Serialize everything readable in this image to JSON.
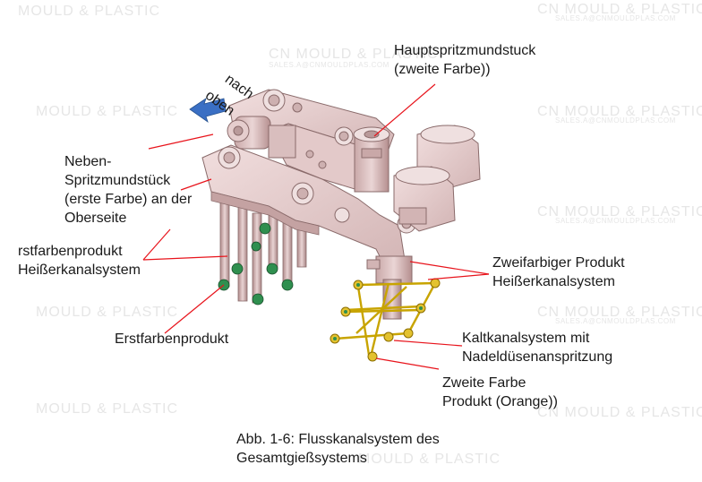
{
  "watermark": {
    "brand_left": "MOULD & PLASTIC",
    "brand_right": "CN MOULD & PLASTIC",
    "email": "SALES.A@CNMOULDPLAS.COM"
  },
  "direction_label": {
    "line1": "nach",
    "line2": "oben"
  },
  "labels": {
    "main_nozzle_l1": "Hauptspritzmundstuck",
    "main_nozzle_l2": "(zweite Farbe))",
    "sub_nozzle_l1": "Neben-",
    "sub_nozzle_l2": "Spritzmundstück",
    "sub_nozzle_l3": "(erste Farbe) an der",
    "sub_nozzle_l4": "Oberseite",
    "first_hot_l1": "rstfarbenprodukt",
    "first_hot_l2": "Heißerkanalsystem",
    "first_product": "Erstfarbenprodukt",
    "two_color_hot_l1": "Zweifarbiger Produkt",
    "two_color_hot_l2": "Heißerkanalsystem",
    "cold_runner_l1": "Kaltkanalsystem mit",
    "cold_runner_l2": "Nadeldüsenanspritzung",
    "second_product_l1": "Zweite Farbe",
    "second_product_l2": "Produkt (Orange))"
  },
  "caption": {
    "line1": "Abb. 1-6: Flusskanalsystem des",
    "line2": "Gesamtgießsystems"
  },
  "colors": {
    "manifold": "#e7cfcf",
    "manifold_shade": "#b99a9a",
    "leader_line": "#e8141c",
    "arrow": "#3a6fc4",
    "green_part": "#2f8f4f",
    "orange_part": "#e3c22f"
  }
}
